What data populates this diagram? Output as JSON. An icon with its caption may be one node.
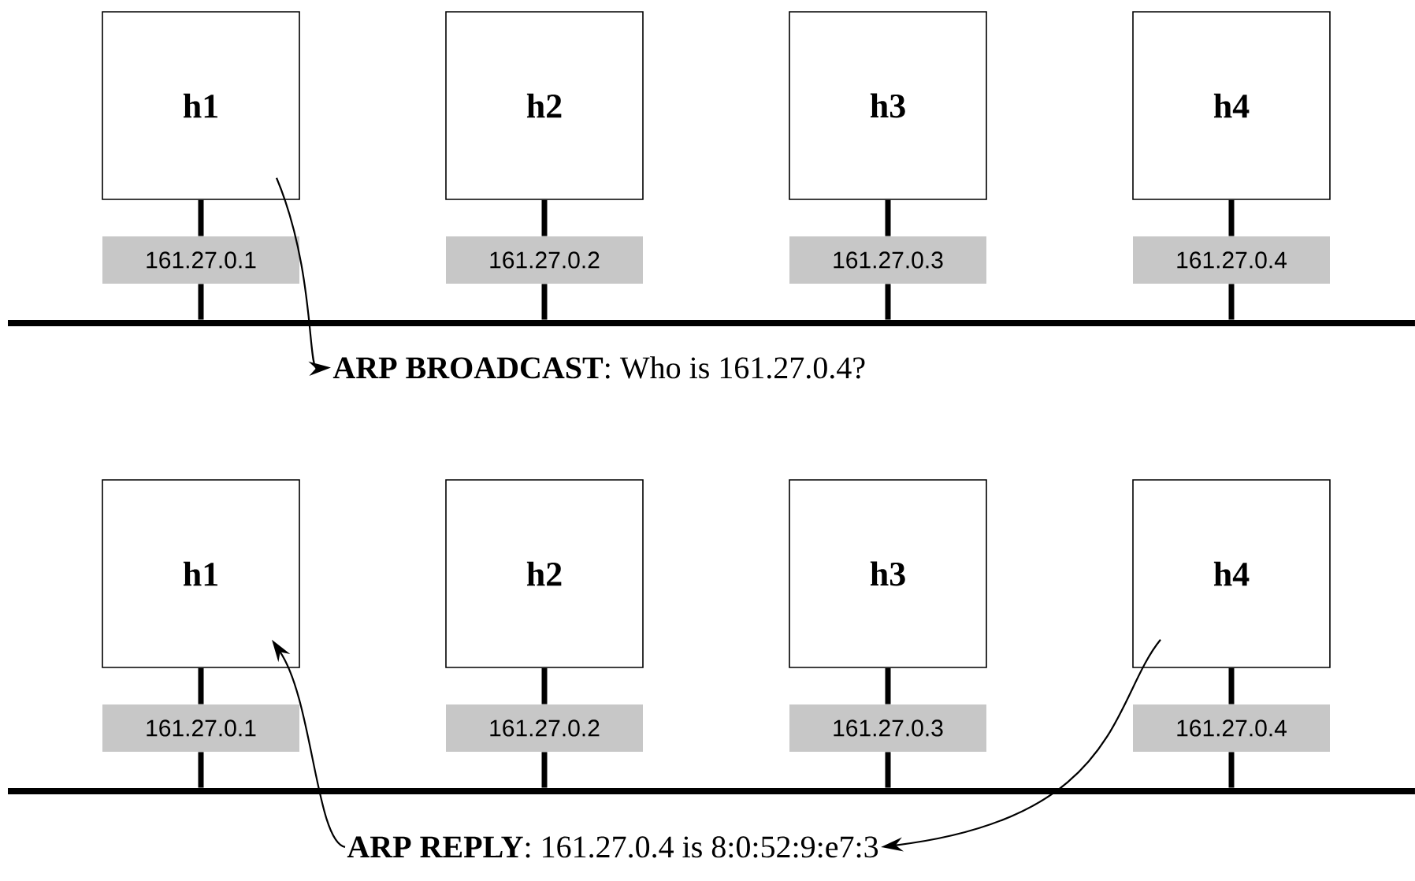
{
  "diagram": {
    "nodes": [
      {
        "text": [
          "h1"
        ]
      },
      {
        "text": [
          "h2"
        ]
      },
      {
        "text": [
          "h3"
        ]
      },
      {
        "text": [
          "h4"
        ]
      },
      {
        "text": [
          "161.27.0.1"
        ]
      },
      {
        "text": [
          "161.27.0.2"
        ]
      },
      {
        "text": [
          "161.27.0.3"
        ]
      },
      {
        "text": [
          "161.27.0.4"
        ]
      },
      {
        "text": [
          "**ARP BROADCAST**: Who is 161.27.0.4?"
        ]
      },
      {
        "text": [
          "h1"
        ]
      },
      {
        "text": [
          "h2"
        ]
      },
      {
        "text": [
          "h3"
        ]
      },
      {
        "text": [
          "h4"
        ]
      },
      {
        "text": [
          "161.27.0.1"
        ]
      },
      {
        "text": [
          "161.27.0.2"
        ]
      },
      {
        "text": [
          "161.27.0.3"
        ]
      },
      {
        "text": [
          "161.27.0.4"
        ]
      },
      {
        "text": [
          "**ARP REPLY**: 161.27.0.4 is 8:0:52:9:e7:3"
        ]
      },
      {
        "text": [],
        "shape": "bar"
      },
      {
        "text": [],
        "shape": "bar"
      }
    ],
    "edges": [
      {
        "from": 0,
        "to": 8,
        "arrow": "to"
      },
      {
        "from": 12,
        "to": 17,
        "arrow": "to"
      },
      {
        "from": 17,
        "to": 9,
        "arrow": "to"
      },
      {
        "from": 0,
        "to": 4,
        "arrow": "none"
      },
      {
        "from": 1,
        "to": 5,
        "arrow": "none"
      },
      {
        "from": 2,
        "to": 6,
        "arrow": "none"
      },
      {
        "from": 3,
        "to": 7,
        "arrow": "none"
      },
      {
        "from": 4,
        "to": 18,
        "arrow": "none"
      },
      {
        "from": 5,
        "to": 18,
        "arrow": "none"
      },
      {
        "from": 6,
        "to": 18,
        "arrow": "none"
      },
      {
        "from": 7,
        "to": 18,
        "arrow": "none"
      },
      {
        "from": 9,
        "to": 13,
        "arrow": "none"
      },
      {
        "from": 10,
        "to": 14,
        "arrow": "none"
      },
      {
        "from": 11,
        "to": 15,
        "arrow": "none"
      },
      {
        "from": 12,
        "to": 16,
        "arrow": "none"
      },
      {
        "from": 13,
        "to": 19,
        "arrow": "none"
      },
      {
        "from": 14,
        "to": 19,
        "arrow": "none"
      },
      {
        "from": 15,
        "to": 19,
        "arrow": "none"
      },
      {
        "from": 16,
        "to": 19,
        "arrow": "none"
      }
    ]
  }
}
